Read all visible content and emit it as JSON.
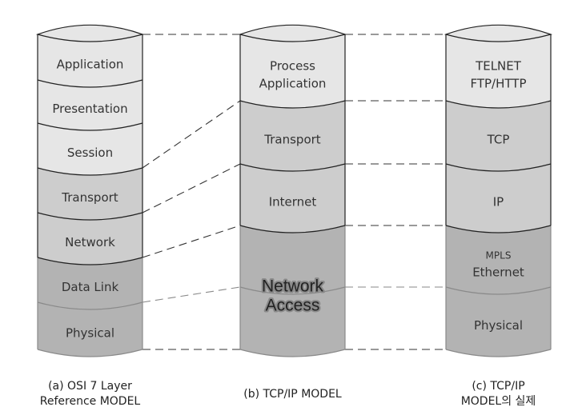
{
  "colors": {
    "light": "#e6e6e6",
    "mid": "#cdcdcd",
    "dark": "#b3b3b3",
    "outline": "#222222",
    "soft_outline": "#8a8a8a",
    "dash": "#333333"
  },
  "columns": [
    {
      "id": "osi",
      "caption": [
        "(a) OSI 7 Layer",
        "Reference MODEL"
      ],
      "layers": [
        {
          "lines": [
            "Application"
          ],
          "shade": "light"
        },
        {
          "lines": [
            "Presentation"
          ],
          "shade": "light"
        },
        {
          "lines": [
            "Session"
          ],
          "shade": "light"
        },
        {
          "lines": [
            "Transport"
          ],
          "shade": "mid"
        },
        {
          "lines": [
            "Network"
          ],
          "shade": "mid"
        },
        {
          "lines": [
            "Data Link"
          ],
          "shade": "dark"
        },
        {
          "lines": [
            "Physical"
          ],
          "shade": "dark"
        }
      ]
    },
    {
      "id": "tcpip",
      "caption": [
        "(b) TCP/IP MODEL"
      ],
      "layers": [
        {
          "lines": [
            "Process",
            "Application"
          ],
          "shade": "light"
        },
        {
          "lines": [
            "Transport"
          ],
          "shade": "mid"
        },
        {
          "lines": [
            "Internet"
          ],
          "shade": "mid"
        },
        {
          "lines": [
            "Network",
            "Access"
          ],
          "shade": "dark",
          "emphasis": true
        }
      ]
    },
    {
      "id": "real",
      "caption": [
        "(c) TCP/IP",
        "MODEL의 실제"
      ],
      "layers": [
        {
          "lines": [
            "TELNET",
            "FTP/HTTP"
          ],
          "shade": "light"
        },
        {
          "lines": [
            "TCP"
          ],
          "shade": "mid"
        },
        {
          "lines": [
            "IP"
          ],
          "shade": "mid"
        },
        {
          "lines": [
            "MPLS",
            "Ethernet"
          ],
          "shade": "dark",
          "small_first_line": true
        },
        {
          "lines": [
            "Physical"
          ],
          "shade": "dark"
        }
      ]
    }
  ]
}
